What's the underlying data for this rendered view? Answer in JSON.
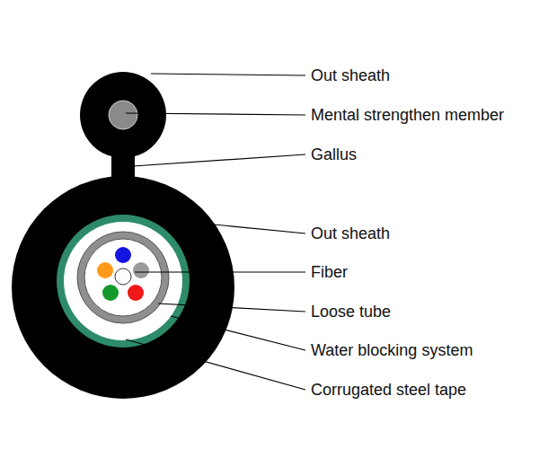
{
  "diagram": {
    "labels": [
      "Out sheath",
      "Mental strengthen member",
      "Gallus",
      "Out sheath",
      "Fiber",
      "Loose tube",
      "Water blocking system",
      "Corrugated steel tape"
    ]
  }
}
